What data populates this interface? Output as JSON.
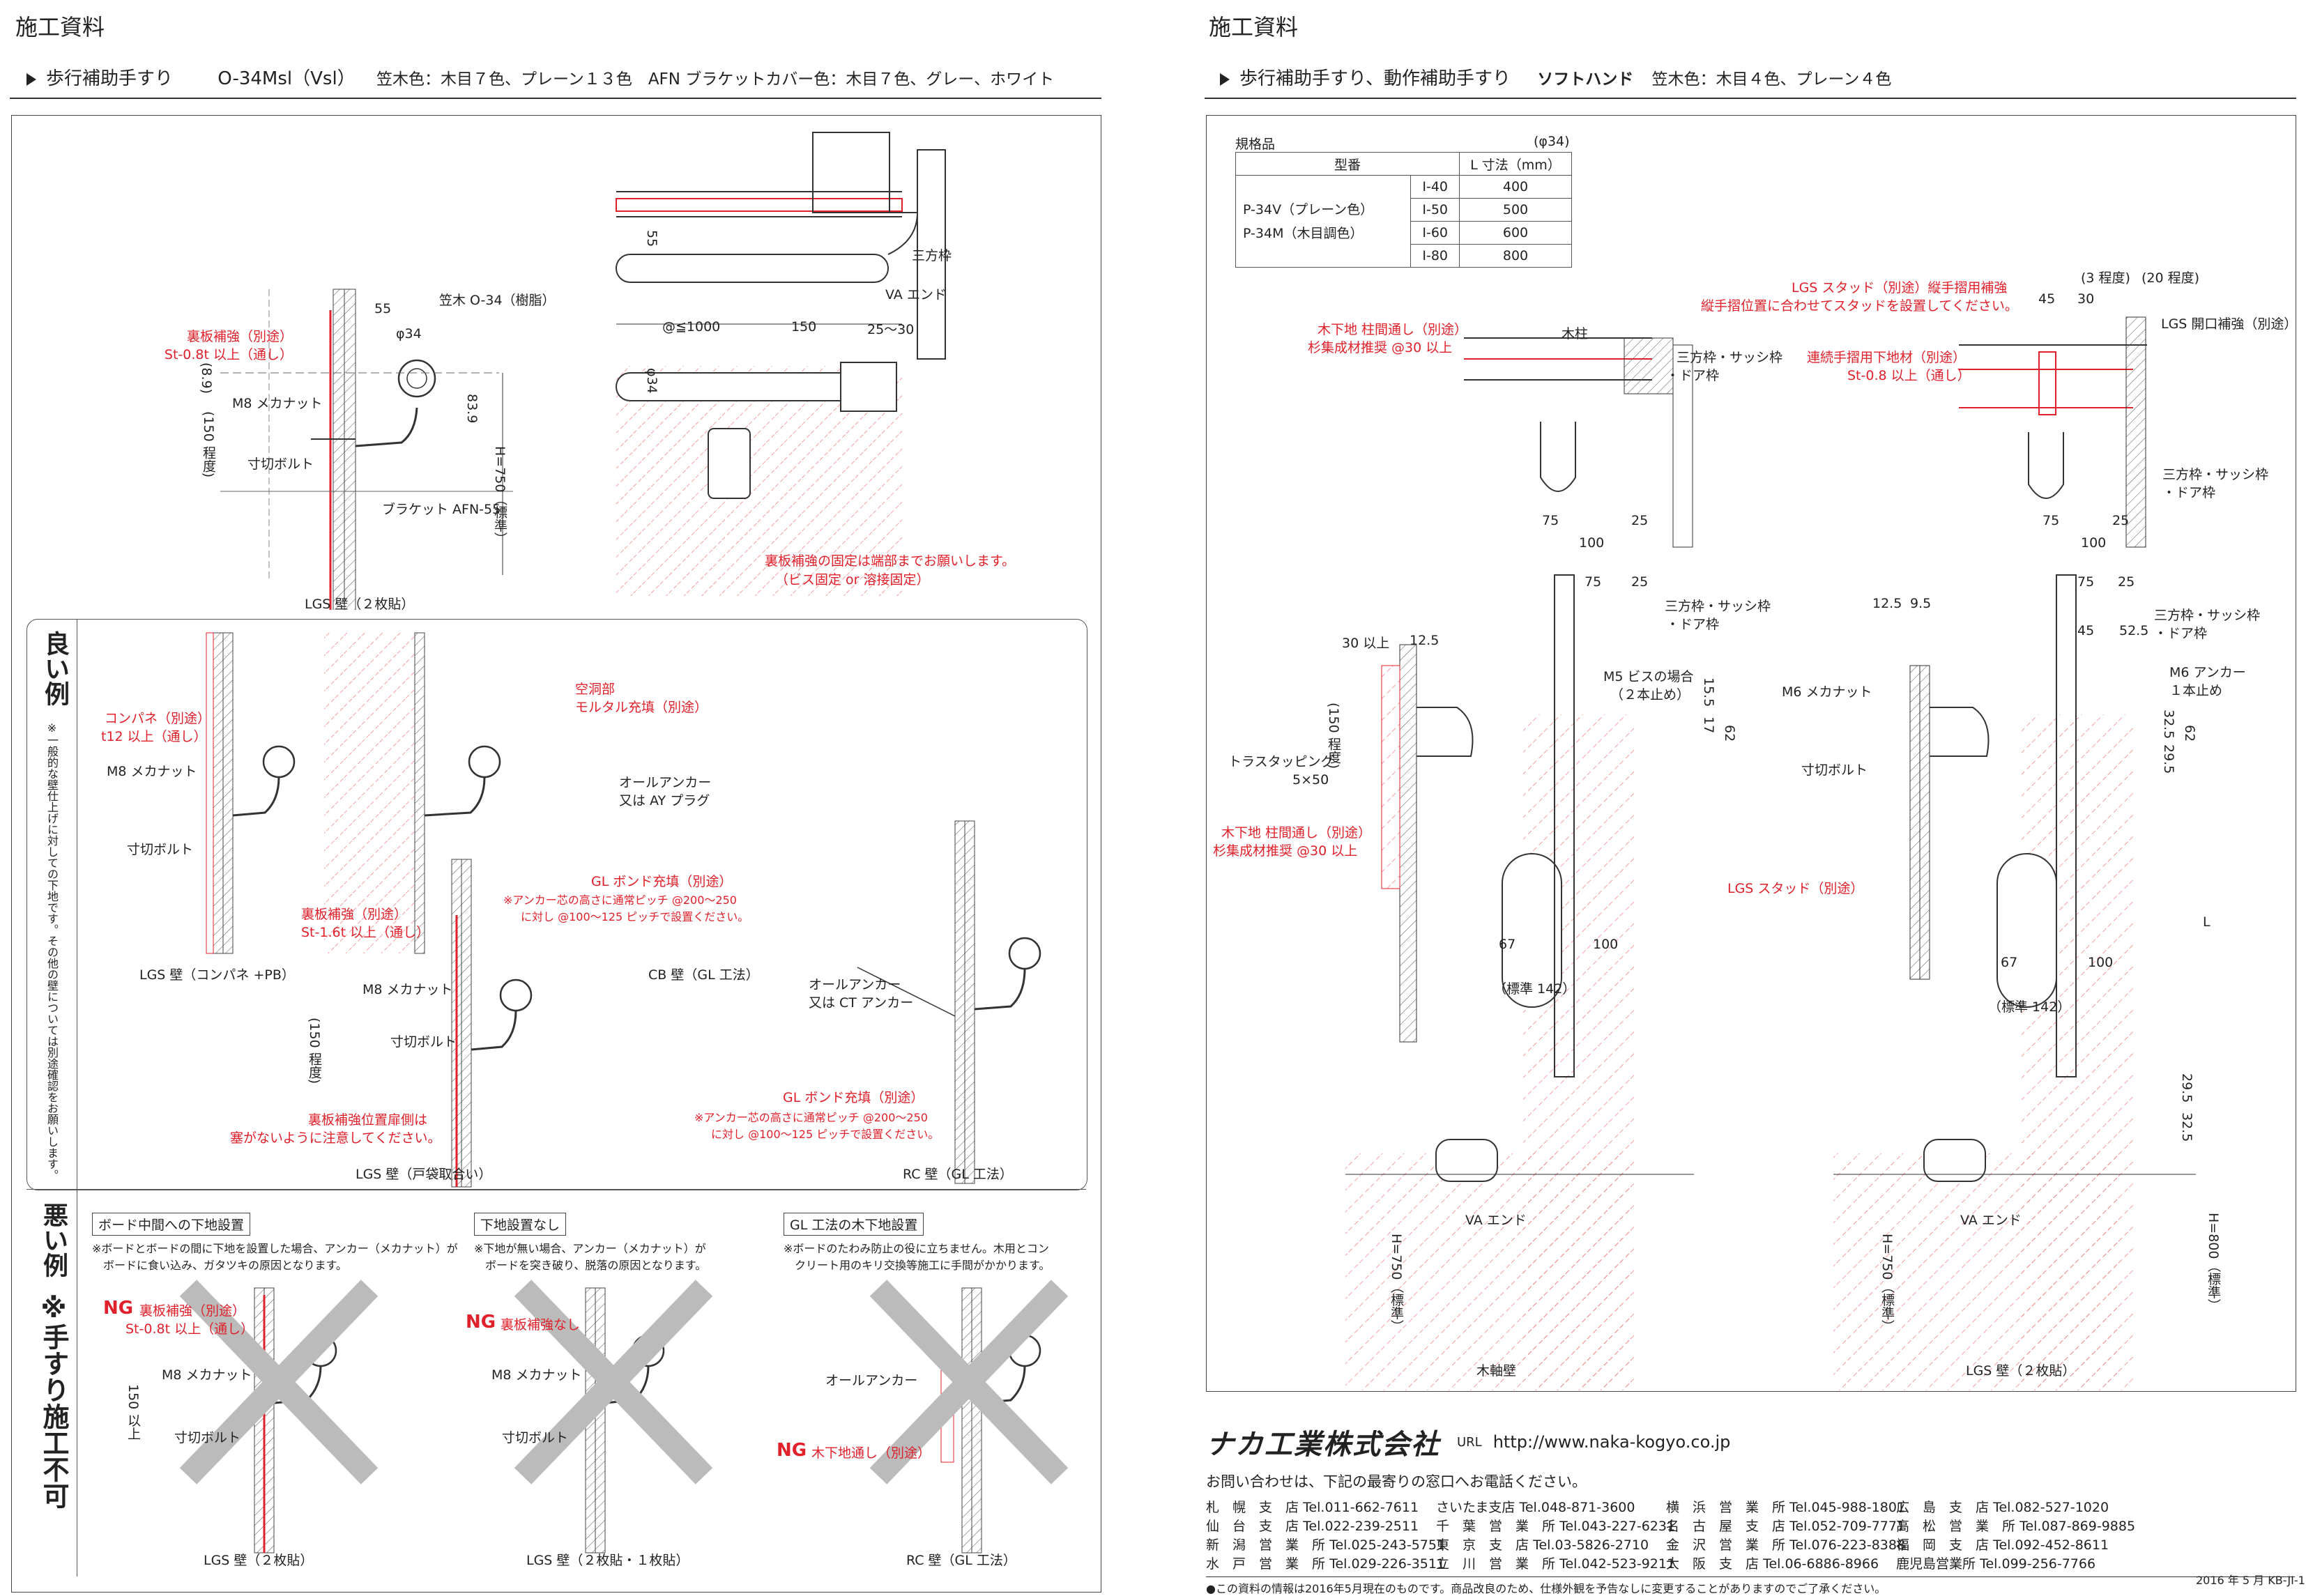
{
  "left": {
    "title": "施工資料",
    "heading": "歩行補助手すり",
    "model": "O-34Msl（Vsl）",
    "colors": "笠木色：木目７色、プレーン１３色　AFN ブラケットカバー色：木目７色、グレー、ホワイト",
    "top_labels": {
      "backing": "裏板補強（別途）",
      "backing_spec": "St-0.8t 以上（通し）",
      "dim55": "55",
      "rail": "笠木 O-34（樹脂）",
      "phi34": "φ34",
      "dim89": "(8.9)",
      "nut": "M8 メカナット",
      "dim150": "(150 程度)",
      "bolt": "寸切ボルト",
      "bracket": "ブラケット AFN-55",
      "dim839": "83.9",
      "h750": "H=750（標準）",
      "wall": "LGS 壁（２枚貼）",
      "dim55b": "55",
      "sanpo": "三方枠",
      "vaend": "VA エンド",
      "pitch": "@≦1000",
      "dim150b": "150",
      "dim2530": "25～30",
      "phi34b": "φ34",
      "note1": "裏板補強の固定は端部までお願いします。",
      "note2": "（ビス固定 or 溶接固定）"
    },
    "good": {
      "label": "良い例",
      "side_note": "※一般的な壁仕上げに対しての下地です。その他の壁については別途確認をお願いします。",
      "a_backing": "コンパネ（別途）",
      "a_spec": "t12 以上（通し）",
      "a_nut": "M8 メカナット",
      "a_bolt": "寸切ボルト",
      "a_wall": "LGS 壁（コンパネ +PB）",
      "b_backing": "裏板補強（別途）",
      "b_spec": "St-1.6t 以上（通し）",
      "b_nut": "M8 メカナット",
      "b_dim": "(150 程度)",
      "b_bolt": "寸切ボルト",
      "b_note1": "裏板補強位置扉側は",
      "b_note2": "塞がないように注意してください。",
      "b_wall": "LGS 壁（戸袋取合い）",
      "c_hollow": "空洞部",
      "c_mortar": "モルタル充填（別途）",
      "c_anchor": "オールアンカー",
      "c_anchor2": "又は AY プラグ",
      "c_bond": "GL ボンド充填（別途）",
      "c_note1": "※アンカー芯の高さに通常ピッチ @200～250",
      "c_note2": "に対し @100～125 ピッチで設置ください。",
      "c_wall": "CB 壁（GL 工法）",
      "d_anchor": "オールアンカー",
      "d_anchor2": "又は CT アンカー",
      "d_bond": "GL ボンド充填（別途）",
      "d_note1": "※アンカー芯の高さに通常ピッチ @200～250",
      "d_note2": "に対し @100～125 ピッチで設置ください。",
      "d_wall": "RC 壁（GL 工法）"
    },
    "bad": {
      "label": "悪い例",
      "label2": "※手すり施工不可",
      "e_title": "ボード中間への下地設置",
      "e_text1": "※ボードとボードの間に下地を設置した場合、アンカー（メカナット）が",
      "e_text2": "ボードに食い込み、ガタツキの原因となります。",
      "e_ng": "NG",
      "e_backing": "裏板補強（別途）",
      "e_spec": "St-0.8t 以上（通し）",
      "e_nut": "M8 メカナット",
      "e_dim": "150 以上",
      "e_bolt": "寸切ボルト",
      "e_wall": "LGS 壁（２枚貼）",
      "f_title": "下地設置なし",
      "f_text1": "※下地が無い場合、アンカー（メカナット）が",
      "f_text2": "ボードを突き破り、脱落の原因となります。",
      "f_ng": "NG",
      "f_ngtext": "裏板補強なし",
      "f_nut": "M8 メカナット",
      "f_bolt": "寸切ボルト",
      "f_wall": "LGS 壁（２枚貼・１枚貼）",
      "g_title": "GL 工法の木下地設置",
      "g_text1": "※ボードのたわみ防止の役に立ちません。木用とコン",
      "g_text2": "クリート用のキリ交換等施工に手間がかかります。",
      "g_anchor": "オールアンカー",
      "g_ng": "NG",
      "g_ngtext": "木下地通し（別途）",
      "g_wall": "RC 壁（GL 工法）"
    }
  },
  "right": {
    "title": "施工資料",
    "heading": "歩行補助手すり、動作補助手すり",
    "model": "ソフトハンド",
    "colors": "笠木色：木目４色、プレーン４色",
    "spec": {
      "caption": "規格品",
      "phi": "(φ34)",
      "col1": "型番",
      "col2": "L 寸法（mm）",
      "names": [
        "P-34V（プレーン色）",
        "P-34M（木目調色）"
      ],
      "rows": [
        [
          "I-40",
          "400"
        ],
        [
          "I-50",
          "500"
        ],
        [
          "I-60",
          "600"
        ],
        [
          "I-80",
          "800"
        ]
      ]
    },
    "wood": {
      "red1": "木下地 柱間通し（別途）",
      "red2": "杉集成材推奨 @30 以上",
      "pillar": "木柱",
      "frame": "三方枠・サッシ枠",
      "frame2": "・ドア枠",
      "d75": "75",
      "d25": "25",
      "d100": "100",
      "d75b": "75",
      "d25b": "25",
      "frame_b": "三方枠・サッシ枠",
      "frame_b2": "・ドア枠",
      "d30": "30 以上",
      "d125": "12.5",
      "m5": "M5 ビスの場合",
      "m5b": "（２本止め）",
      "d150": "(150 程度)",
      "d155": "15.5",
      "d17": "17",
      "d62": "62",
      "truss": "トラスタッピング",
      "truss2": "5×50",
      "red3": "木下地 柱間通し（別途）",
      "red4": "杉集成材推奨 @30 以上",
      "d67": "67",
      "d100b": "100",
      "d142": "（標準 142）",
      "vaend": "VA エンド",
      "h750": "H=750（標準）",
      "wall": "木軸壁"
    },
    "lgs": {
      "red1": "LGS スタッド（別途）縦手摺用補強",
      "red2": "縦手摺位置に合わせてスタッドを設置してください。",
      "d3": "(3 程度)",
      "d20": "(20 程度)",
      "d45": "45",
      "d30": "30",
      "open": "LGS 開口補強（別途）",
      "red3": "連続手摺用下地材（別途）",
      "red4": "St-0.8 以上（通し）",
      "frame": "三方枠・サッシ枠",
      "frame2": "・ドア枠",
      "d75": "75",
      "d25": "25",
      "d100": "100",
      "d125": "12.5",
      "d95": "9.5",
      "d75b": "75",
      "d25b": "25",
      "frame_b": "三方枠・サッシ枠",
      "frame_b2": "・ドア枠",
      "d45b": "45",
      "d525": "52.5",
      "m6": "M6 アンカー",
      "m6b": "１本止め",
      "m8": "M6 メカナット",
      "bolt": "寸切ボルト",
      "d325": "32.5",
      "d295": "29.5",
      "d62": "62",
      "stud": "LGS スタッド（別途）",
      "L": "L",
      "d67": "67",
      "d100b": "100",
      "d142": "（標準 142）",
      "d295b": "29.5",
      "d325b": "32.5",
      "vaend": "VA エンド",
      "h750": "H=750（標準）",
      "h800": "H=800（標準）",
      "wall": "LGS 壁（２枚貼）"
    },
    "company": {
      "name": "ナカ工業株式会社",
      "url_label": "URL",
      "url": "http://www.naka-kogyo.co.jp",
      "contact": "お問い合わせは、下記の最寄りの窓口へお電話ください。",
      "offices": [
        [
          "札　幌　支　店",
          "Tel.011-662-7611",
          "さいたま支店",
          "Tel.048-871-3600",
          "横　浜　営　業　所",
          "Tel.045-988-1801",
          "広　島　支　店",
          "Tel.082-527-1020"
        ],
        [
          "仙　台　支　店",
          "Tel.022-239-2511",
          "千　葉　営　業　所",
          "Tel.043-227-6231",
          "名　古　屋　支　店",
          "Tel.052-709-7771",
          "高　松　営　業　所",
          "Tel.087-869-9885"
        ],
        [
          "新　潟　営　業　所",
          "Tel.025-243-5751",
          "東　京　支　店",
          "Tel.03-5826-2710",
          "金　沢　営　業　所",
          "Tel.076-223-8388",
          "福　岡　支　店",
          "Tel.092-452-8611"
        ],
        [
          "水　戸　営　業　所",
          "Tel.029-226-3511",
          "立　川　営　業　所",
          "Tel.042-523-9211",
          "大　阪　支　店",
          "Tel.06-6886-8966",
          "鹿児島営業所",
          "Tel.099-256-7766"
        ]
      ],
      "footnote": "●この資料の情報は2016年5月現在のものです。商品改良のため、仕様外観を予告なしに変更することがありますのでご了承ください。",
      "doc_id": "2016 年 5 月 KB-JI-1"
    },
    "colors_hex": {
      "red": "#e0202a",
      "line": "#333333",
      "hatch": "#f0a0a0"
    }
  }
}
